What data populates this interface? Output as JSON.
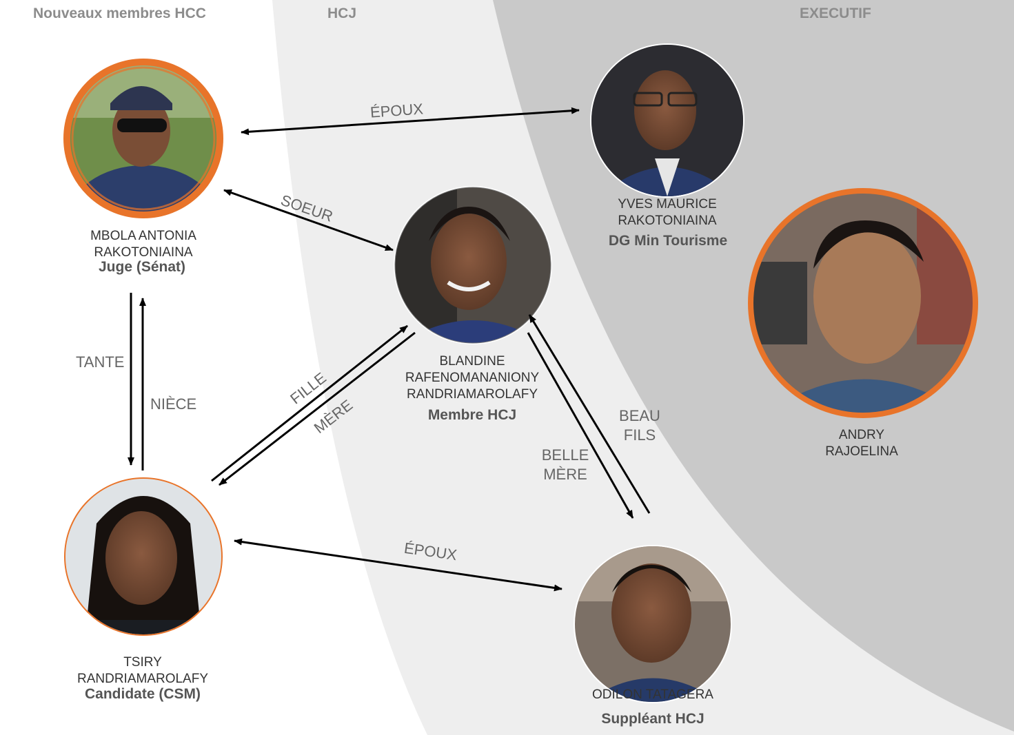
{
  "headers": {
    "hcc": "Nouveaux membres HCC",
    "hcj": "HCJ",
    "executif": "EXECUTIF"
  },
  "colors": {
    "band_light": "#eeeeee",
    "band_dark": "#c9c9c9",
    "accent_orange": "#e8742a",
    "arrow": "#000000"
  },
  "people": {
    "mbola": {
      "name1": "MBOLA ANTONIA",
      "name2": "RAKOTONIAINA",
      "role": "Juge (Sénat)",
      "photo": "photo of woman in cap and sunglasses"
    },
    "yves": {
      "name1": "YVES MAURICE",
      "name2": "RAKOTONIAINA",
      "role": "DG Min Tourisme",
      "photo": "photo of man with glasses"
    },
    "blandine": {
      "name1": "BLANDINE",
      "name2": "RAFENOMANANIONY",
      "name3": "RANDRIAMAROLAFY",
      "role": "Membre HCJ",
      "photo": "photo of smiling woman"
    },
    "andry": {
      "name1": "ANDRY",
      "name2": "RAJOELINA",
      "photo": "photo of man in suit"
    },
    "tsiry": {
      "name1": "TSIRY",
      "name2": "RANDRIAMAROLAFY",
      "role": "Candidate (CSM)",
      "photo": "photo of woman with long hair"
    },
    "odilon": {
      "name1": "ODILON TATAGERA",
      "role": "Suppléant HCJ",
      "photo": "photo of man in suit"
    }
  },
  "relations": {
    "epoux_top": "ÉPOUX",
    "soeur": "SOEUR",
    "tante": "TANTE",
    "niece": "NIÈCE",
    "fille": "FILLE",
    "mere": "MÈRE",
    "beau_fils_1": "BEAU",
    "beau_fils_2": "FILS",
    "belle_mere_1": "BELLE",
    "belle_mere_2": "MÈRE",
    "epoux_bottom": "ÉPOUX"
  }
}
